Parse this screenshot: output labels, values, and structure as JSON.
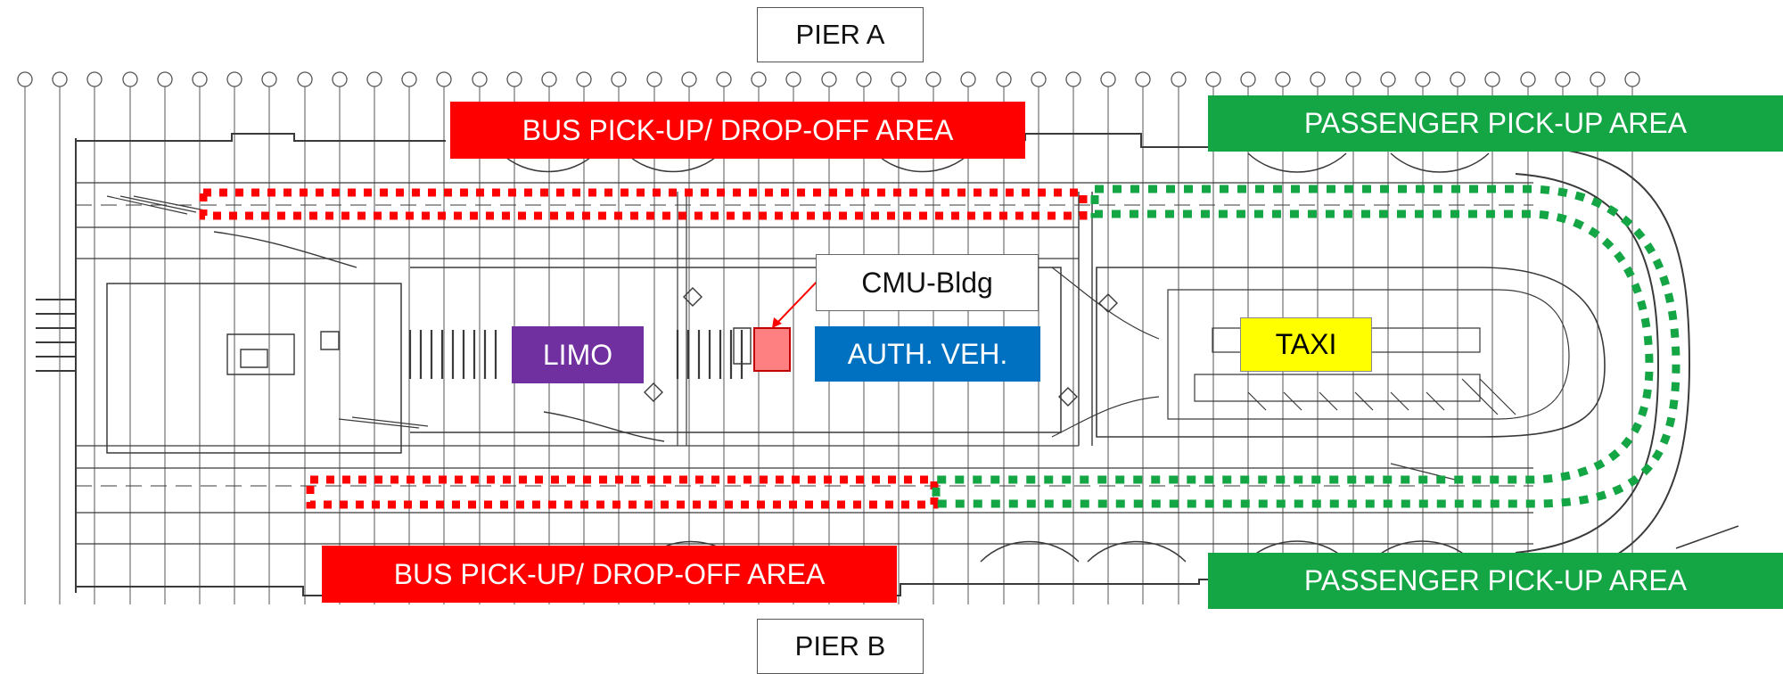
{
  "labels": {
    "pier_a": "PIER A",
    "pier_b": "PIER B",
    "bus_top": "BUS PICK-UP/ DROP-OFF AREA",
    "bus_bottom": "BUS PICK-UP/ DROP-OFF AREA",
    "passenger_top": "PASSENGER PICK-UP AREA",
    "passenger_bottom": "PASSENGER PICK-UP AREA",
    "limo": "LIMO",
    "auth_veh": "AUTH. VEH.",
    "taxi": "TAXI",
    "cmu": "CMU-Bldg"
  },
  "colors": {
    "bus_zone": "#ff0000",
    "passenger_zone": "#14a545",
    "limo": "#7030a0",
    "auth_veh": "#0070c0",
    "taxi": "#ffff00",
    "cmu_building": "#ff8080",
    "plan_linework": "#3a3a3a"
  },
  "icons": {
    "gridline_marker": "circle-marker-icon",
    "cmu_pointer": "arrow-icon"
  }
}
